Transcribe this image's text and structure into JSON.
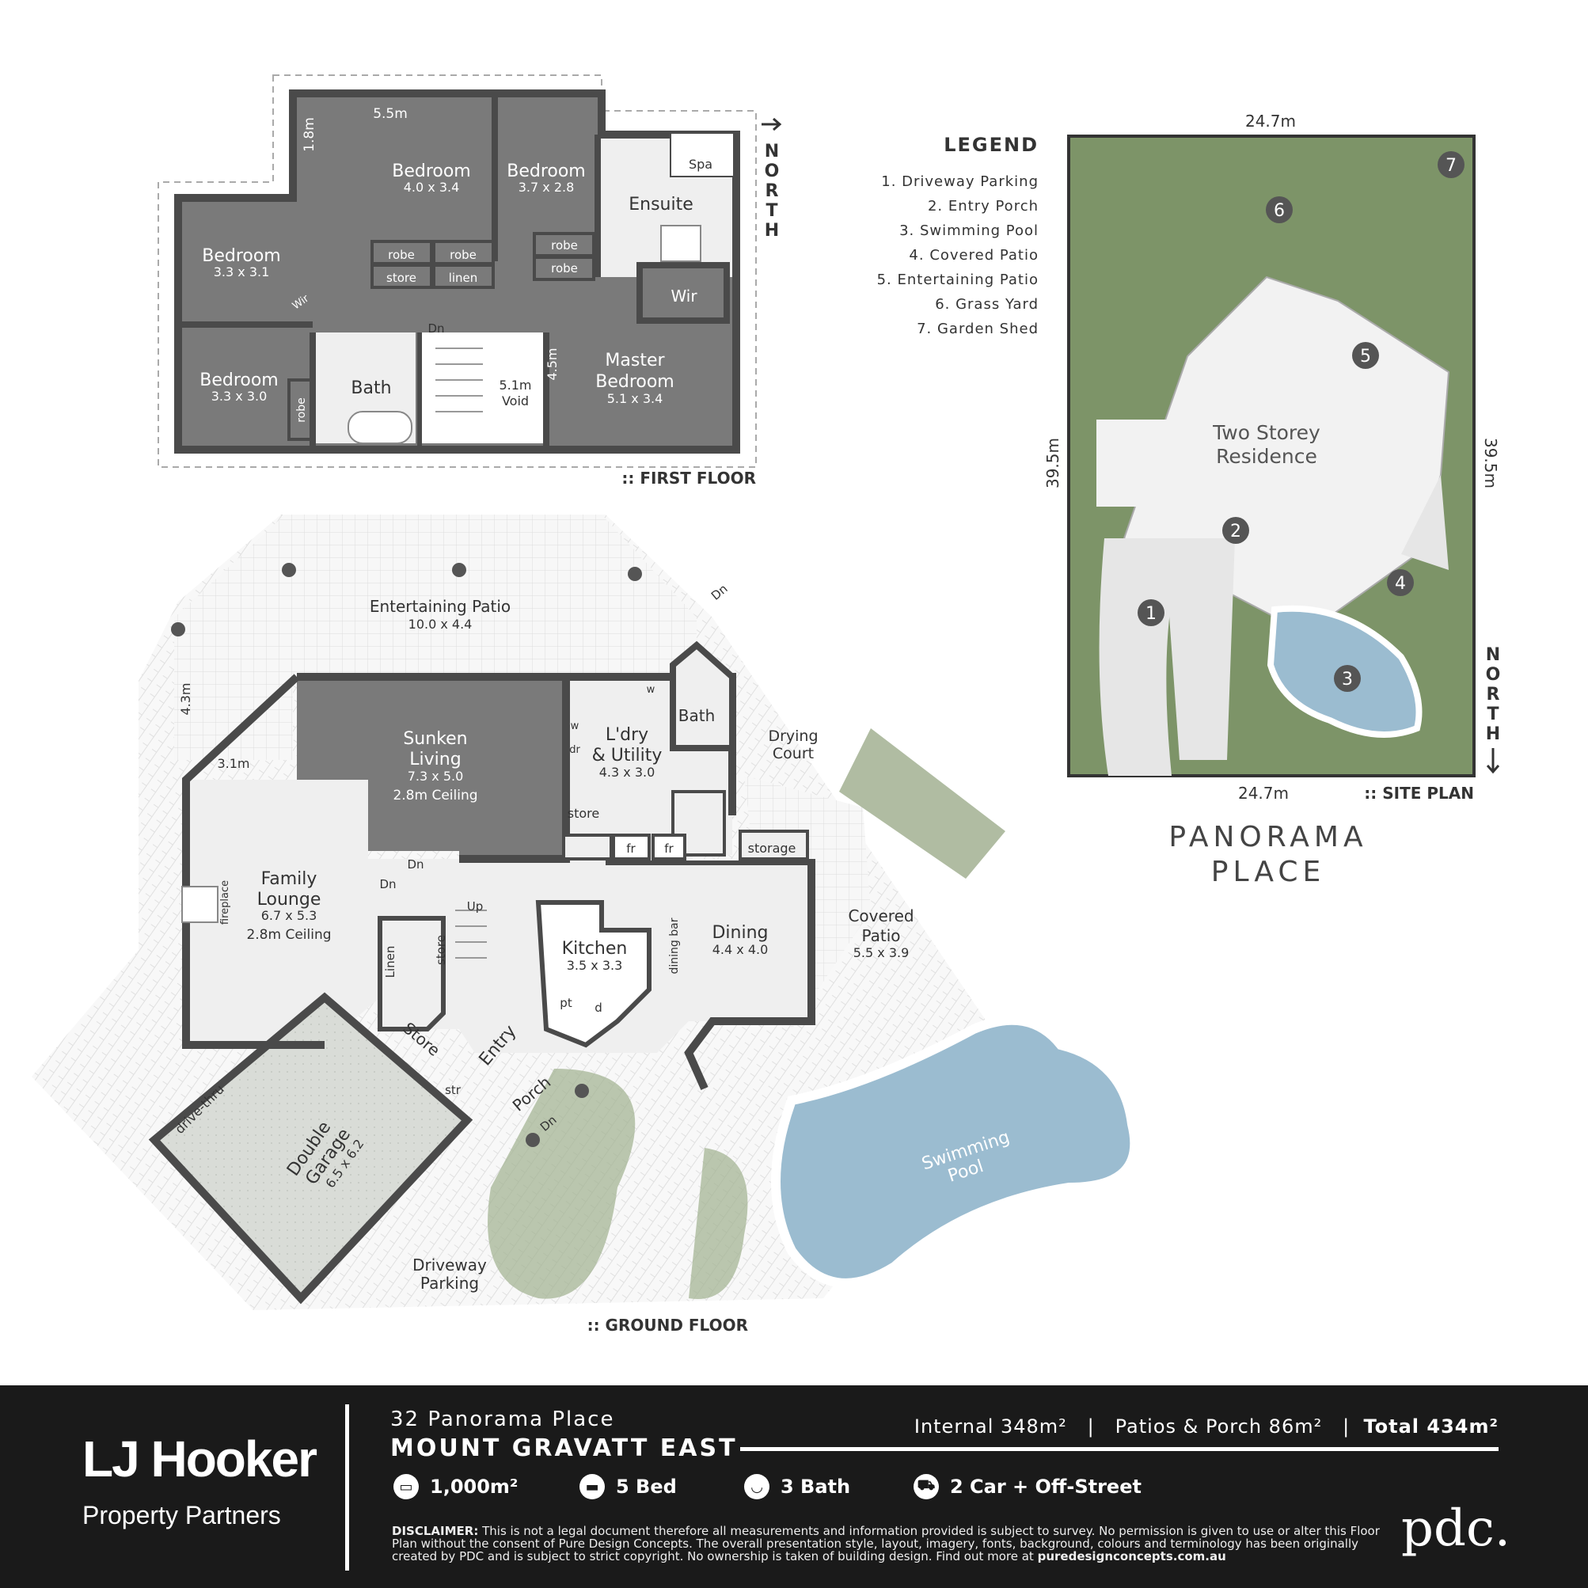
{
  "first_floor": {
    "label": ":: FIRST FLOOR",
    "north": [
      "N",
      "O",
      "R",
      "T",
      "H"
    ],
    "rooms": [
      {
        "name": "Bedroom",
        "size": "4.0 x 3.4"
      },
      {
        "name": "Bedroom",
        "size": "3.7 x 2.8"
      },
      {
        "name": "Bedroom",
        "size": "3.3 x 3.1"
      },
      {
        "name": "Bedroom",
        "size": "3.3 x 3.0"
      },
      {
        "name": "Master",
        "name2": "Bedroom",
        "size": "5.1 x 3.4"
      }
    ],
    "labels": {
      "ensuite": "Ensuite",
      "spa": "Spa",
      "bath": "Bath",
      "wir": "Wir",
      "wir_small": "Wir",
      "robe": "robe",
      "store": "store",
      "linen": "linen",
      "dn": "Dn",
      "void1": "5.1m",
      "void2": "Void",
      "dim_55": "5.5m",
      "dim_18": "1.8m",
      "dim_45": "4.5m"
    }
  },
  "ground_floor": {
    "label": ":: GROUND FLOOR",
    "rooms": {
      "patio": {
        "name": "Entertaining Patio",
        "size": "10.0 x 4.4"
      },
      "sunken": {
        "name1": "Sunken",
        "name2": "Living",
        "size": "7.3 x 5.0",
        "ceiling": "2.8m Ceiling"
      },
      "laundry": {
        "name1": "L'dry",
        "name2": "& Utility",
        "size": "4.3 x 3.0"
      },
      "family": {
        "name1": "Family",
        "name2": "Lounge",
        "size": "6.7 x 5.3",
        "ceiling": "2.8m Ceiling"
      },
      "kitchen": {
        "name": "Kitchen",
        "size": "3.5 x 3.3"
      },
      "dining": {
        "name": "Dining",
        "size": "4.4 x 4.0"
      },
      "covered": {
        "name1": "Covered",
        "name2": "Patio",
        "size": "5.5 x 3.9"
      },
      "garage": {
        "name1": "Double",
        "name2": "Garage",
        "size": "6.5 x 6.2"
      },
      "pool": {
        "name1": "Swimming",
        "name2": "Pool"
      },
      "drying": {
        "name1": "Drying",
        "name2": "Court"
      },
      "driveway": {
        "name1": "Driveway",
        "name2": "Parking"
      }
    },
    "labels": {
      "bath": "Bath",
      "store": "store",
      "storage": "storage",
      "fr": "fr",
      "w": "w",
      "dr": "dr",
      "dn": "Dn",
      "up": "Up",
      "linen": "Linen",
      "store_big": "Store",
      "entry": "Entry",
      "porch": "Porch",
      "str": "str",
      "pt": "pt",
      "d": "d",
      "dining_bar": "dining bar",
      "fireplace": "fireplace",
      "drive_thru": "drive-thru",
      "dim_43": "4.3m",
      "dim_31": "3.1m"
    }
  },
  "site_plan": {
    "label": ":: SITE PLAN",
    "legend_title": "LEGEND",
    "legend": [
      "1. Driveway Parking",
      "2. Entry Porch",
      "3. Swimming Pool",
      "4. Covered Patio",
      "5. Entertaining Patio",
      "6. Grass Yard",
      "7. Garden Shed"
    ],
    "width_top": "24.7m",
    "width_bottom": "24.7m",
    "depth_left": "39.5m",
    "depth_right": "39.5m",
    "residence1": "Two Storey",
    "residence2": "Residence",
    "markers": [
      "1",
      "2",
      "3",
      "4",
      "5",
      "6",
      "7"
    ],
    "street1": "PANORAMA",
    "street2": "PLACE"
  },
  "footer": {
    "brand_line1": "LJ Hooker",
    "brand_line2": "Property Partners",
    "address_line1": "32 Panorama Place",
    "address_line2": "MOUNT GRAVATT EAST",
    "internal": "Internal 348m²",
    "patios": "Patios & Porch 86m²",
    "total": "Total 434m²",
    "features": [
      {
        "icon": "land-area-icon",
        "label": "1,000m²"
      },
      {
        "icon": "bed-icon",
        "label": "5 Bed"
      },
      {
        "icon": "bath-icon",
        "label": "3 Bath"
      },
      {
        "icon": "car-icon",
        "label": "2 Car + Off-Street"
      }
    ],
    "disclaimer_title": "DISCLAIMER:",
    "disclaimer": "This is not a legal document therefore all measurements and information provided is subject to survey. No permission is given to use or alter this Floor Plan without the consent of Pure Design Concepts. The overall presentation style, layout, imagery, fonts, background, colours and terminology has been originally created by PDC and is subject to strict copyright. No ownership is taken of building design. Find out more at",
    "website": "puredesignconcepts.com.au",
    "pdc": "pdc."
  },
  "colors": {
    "wall": "#4a4a4a",
    "dark_room": "#7a7a7a",
    "light_room": "#efefef",
    "grass": "#7d9468",
    "pool": "#9bbcd0",
    "footer": "#1a1a1a"
  }
}
